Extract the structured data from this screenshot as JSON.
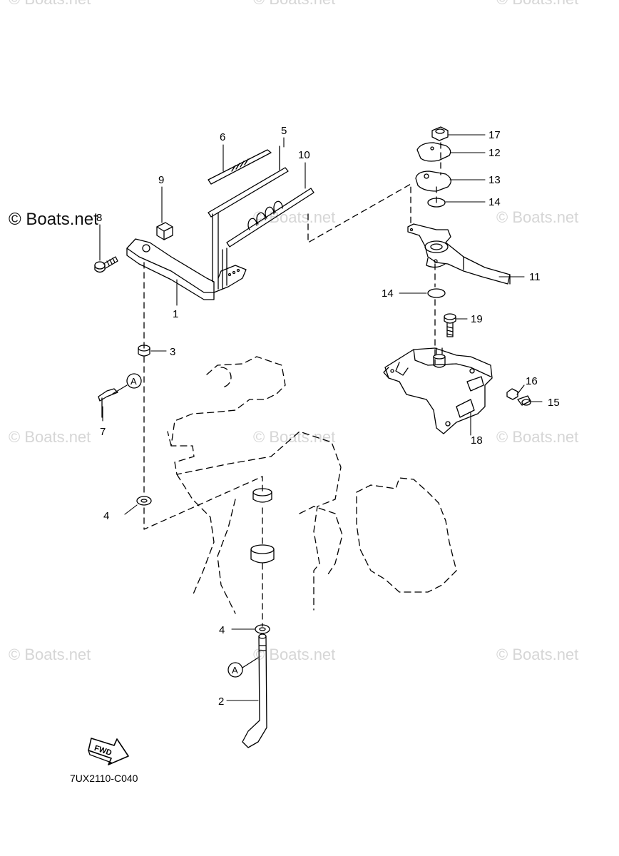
{
  "watermarks": {
    "main": "© Boats.net",
    "faint": "© Boats.net"
  },
  "diagram_code": "7UX2110-C040",
  "fwd_label": "FWD",
  "callout_letter": "A",
  "parts": [
    {
      "id": "p1",
      "num": "1"
    },
    {
      "id": "p2",
      "num": "2"
    },
    {
      "id": "p3",
      "num": "3"
    },
    {
      "id": "p4a",
      "num": "4"
    },
    {
      "id": "p4b",
      "num": "4"
    },
    {
      "id": "p5",
      "num": "5"
    },
    {
      "id": "p6",
      "num": "6"
    },
    {
      "id": "p7",
      "num": "7"
    },
    {
      "id": "p8",
      "num": "8"
    },
    {
      "id": "p9",
      "num": "9"
    },
    {
      "id": "p10",
      "num": "10"
    },
    {
      "id": "p11",
      "num": "11"
    },
    {
      "id": "p12",
      "num": "12"
    },
    {
      "id": "p13",
      "num": "13"
    },
    {
      "id": "p14a",
      "num": "14"
    },
    {
      "id": "p14b",
      "num": "14"
    },
    {
      "id": "p15",
      "num": "15"
    },
    {
      "id": "p16",
      "num": "16"
    },
    {
      "id": "p17",
      "num": "17"
    },
    {
      "id": "p18",
      "num": "18"
    },
    {
      "id": "p19",
      "num": "19"
    }
  ],
  "colors": {
    "line": "#000000",
    "watermark": "#d6d6d6"
  }
}
